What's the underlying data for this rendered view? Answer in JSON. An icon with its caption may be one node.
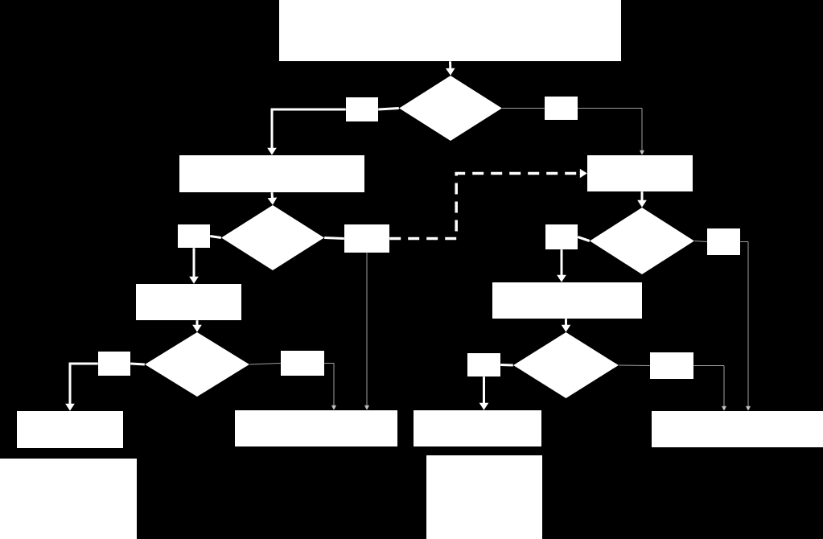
{
  "diagram": {
    "nodes": [
      {
        "text": [],
        "shape": "box"
      },
      {
        "text": [],
        "shape": "diamond"
      },
      {
        "text": [],
        "shape": "box"
      },
      {
        "text": [],
        "shape": "box"
      },
      {
        "text": [],
        "shape": "box"
      },
      {
        "text": [],
        "shape": "box"
      },
      {
        "text": [],
        "shape": "diamond"
      },
      {
        "text": [],
        "shape": "box"
      },
      {
        "text": [],
        "shape": "box"
      },
      {
        "text": [],
        "shape": "diamond"
      },
      {
        "text": [],
        "shape": "box"
      },
      {
        "text": [],
        "shape": "box"
      },
      {
        "text": [],
        "shape": "box"
      },
      {
        "text": [],
        "shape": "box"
      },
      {
        "text": [],
        "shape": "diamond"
      },
      {
        "text": [],
        "shape": "box"
      },
      {
        "text": [],
        "shape": "box"
      },
      {
        "text": [],
        "shape": "diamond"
      },
      {
        "text": [],
        "shape": "box"
      },
      {
        "text": [],
        "shape": "box"
      },
      {
        "text": [],
        "shape": "box"
      },
      {
        "text": [],
        "shape": "box"
      },
      {
        "text": [],
        "shape": "box"
      },
      {
        "text": [],
        "shape": "box"
      },
      {
        "text": [],
        "shape": "box"
      },
      {
        "text": [],
        "shape": "box"
      }
    ],
    "edges": [
      {
        "from": 0,
        "to": 1,
        "arrow": "to"
      },
      {
        "from": 1,
        "to": 2,
        "arrow": "none"
      },
      {
        "from": 2,
        "to": 4,
        "arrow": "to"
      },
      {
        "from": 1,
        "to": 3,
        "arrow": "none",
        "color": "#c8c8c8"
      },
      {
        "from": 3,
        "to": 5,
        "arrow": "to",
        "color": "#c8c8c8"
      },
      {
        "from": 4,
        "to": 6,
        "arrow": "to"
      },
      {
        "from": 5,
        "to": 9,
        "arrow": "to"
      },
      {
        "from": 6,
        "to": 7,
        "arrow": "none"
      },
      {
        "from": 7,
        "to": 12,
        "arrow": "to"
      },
      {
        "from": 6,
        "to": 8,
        "arrow": "none"
      },
      {
        "from": 8,
        "to": 5,
        "arrow": "to",
        "style": "dashed"
      },
      {
        "from": 8,
        "to": 21,
        "arrow": "to",
        "color": "#c8c8c8"
      },
      {
        "from": 9,
        "to": 10,
        "arrow": "none"
      },
      {
        "from": 10,
        "to": 13,
        "arrow": "to"
      },
      {
        "from": 9,
        "to": 11,
        "arrow": "none",
        "color": "#c8c8c8"
      },
      {
        "from": 11,
        "to": 23,
        "arrow": "to",
        "color": "#c8c8c8"
      },
      {
        "from": 12,
        "to": 14,
        "arrow": "to"
      },
      {
        "from": 13,
        "to": 17,
        "arrow": "to"
      },
      {
        "from": 14,
        "to": 15,
        "arrow": "none"
      },
      {
        "from": 15,
        "to": 20,
        "arrow": "to"
      },
      {
        "from": 14,
        "to": 16,
        "arrow": "none",
        "color": "#c8c8c8"
      },
      {
        "from": 16,
        "to": 21,
        "arrow": "to",
        "color": "#c8c8c8"
      },
      {
        "from": 17,
        "to": 18,
        "arrow": "none"
      },
      {
        "from": 18,
        "to": 22,
        "arrow": "to"
      },
      {
        "from": 17,
        "to": 19,
        "arrow": "none",
        "color": "#c8c8c8"
      },
      {
        "from": 19,
        "to": 23,
        "arrow": "to",
        "color": "#c8c8c8"
      }
    ]
  }
}
